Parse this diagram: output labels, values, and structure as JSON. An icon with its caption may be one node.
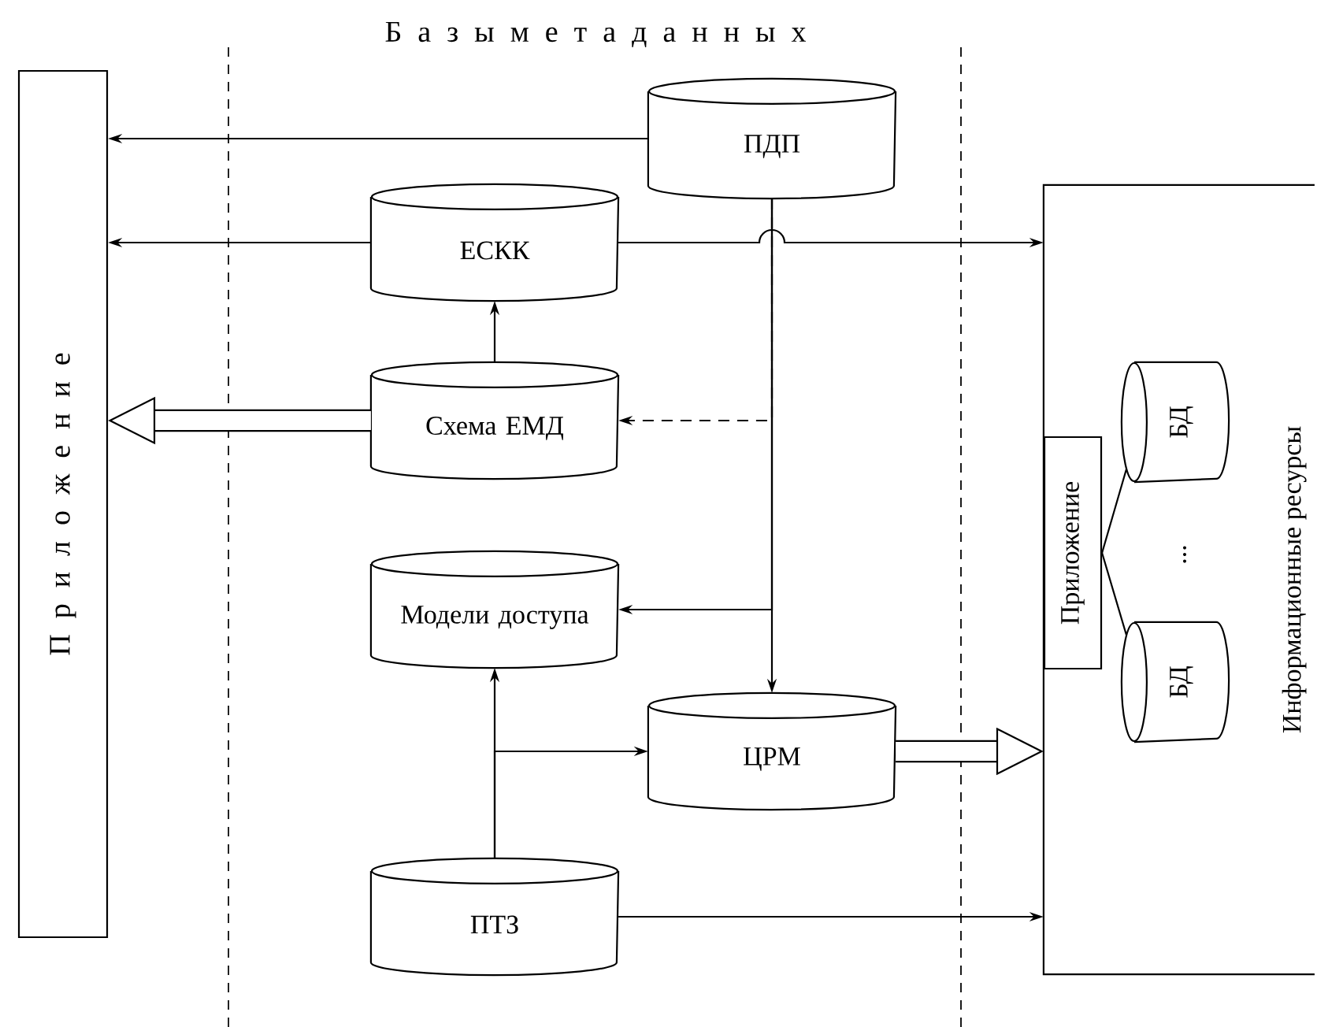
{
  "diagram": {
    "title": "Б а з ы м е т а д а н н ы х",
    "nodes": [
      {
        "text": [
          "П р и л о ж е н и е"
        ]
      },
      {
        "text": [
          "ПДП"
        ]
      },
      {
        "text": [
          "ЕСКК"
        ]
      },
      {
        "text": [
          "Схема ЕМД"
        ]
      },
      {
        "text": [
          "Модели доступа"
        ]
      },
      {
        "text": [
          "ЦРМ"
        ]
      },
      {
        "text": [
          "ПТЗ"
        ]
      },
      {
        "text": [
          "Информационные ресурсы"
        ]
      },
      {
        "text": [
          "Приложение"
        ],
        "in": 7
      },
      {
        "text": [
          "БД"
        ],
        "in": 7
      },
      {
        "text": [
          "БД"
        ],
        "in": 7
      }
    ],
    "edges": [
      {
        "from": 1,
        "to": 0,
        "arrow": "to"
      },
      {
        "from": 2,
        "to": 0,
        "arrow": "to"
      },
      {
        "from": 2,
        "to": 7,
        "arrow": "to"
      },
      {
        "from": 3,
        "to": 2,
        "arrow": "to"
      },
      {
        "from": 3,
        "to": 0,
        "arrow": "to",
        "style": "thick"
      },
      {
        "from": 1,
        "to": 3,
        "arrow": "to",
        "style": "dashed"
      },
      {
        "from": 1,
        "to": 4,
        "arrow": "to"
      },
      {
        "from": 1,
        "to": 5,
        "arrow": "to"
      },
      {
        "from": 6,
        "to": 4,
        "arrow": "to"
      },
      {
        "from": 6,
        "to": 5,
        "arrow": "to"
      },
      {
        "from": 5,
        "to": 7,
        "arrow": "to",
        "style": "thick"
      },
      {
        "from": 6,
        "to": 7,
        "arrow": "to"
      },
      {
        "from": 8,
        "to": 9,
        "arrow": "none"
      },
      {
        "from": 8,
        "to": 10,
        "arrow": "none"
      }
    ],
    "labels": [
      "..."
    ]
  }
}
